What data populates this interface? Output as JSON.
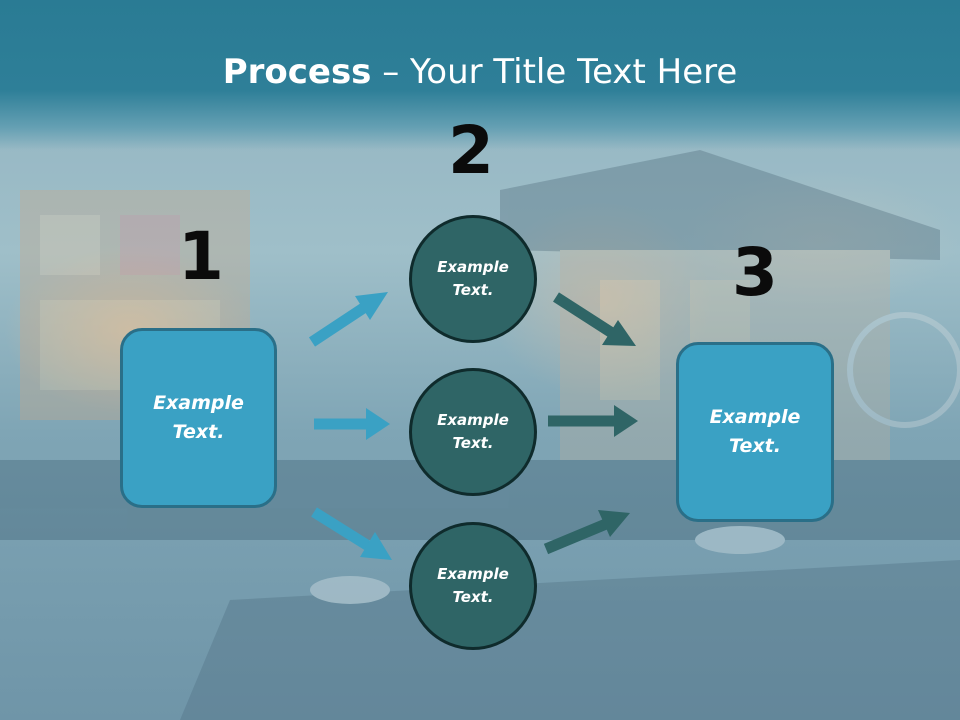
{
  "title": {
    "bold": "Process",
    "rest": " – Your Title Text Here"
  },
  "steps": [
    {
      "number": "1",
      "label": "Example Text."
    },
    {
      "number": "2",
      "items": [
        "Example Text.",
        "Example Text.",
        "Example Text."
      ]
    },
    {
      "number": "3",
      "label": "Example Text."
    }
  ],
  "colors": {
    "header": "#2a7b94",
    "box_fill": "#3aa1c4",
    "circle_fill": "#2f6566",
    "arrow_light": "#3aa1c4",
    "arrow_dark": "#2f6566"
  }
}
